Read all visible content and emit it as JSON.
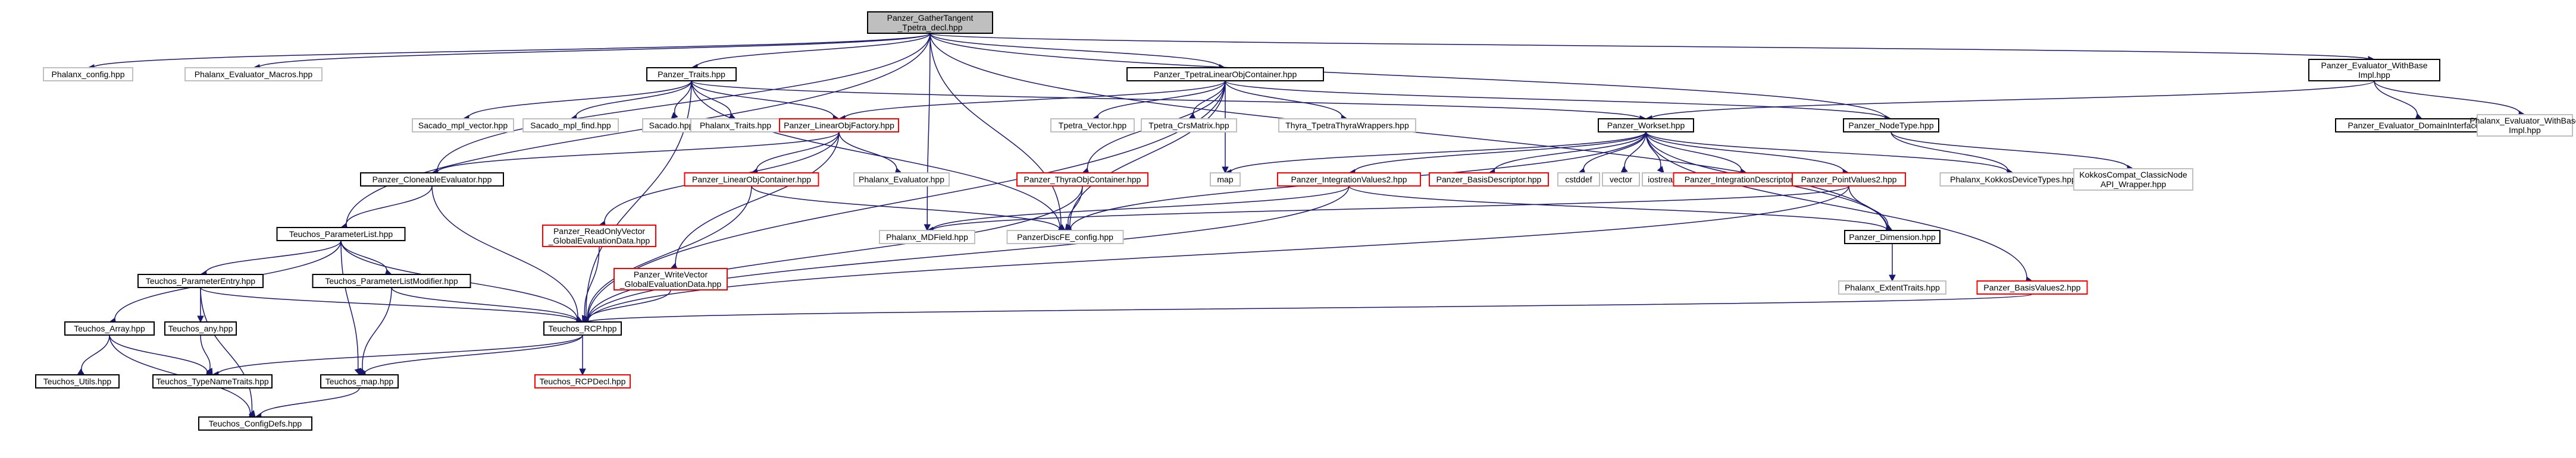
{
  "diagram": {
    "colors": {
      "edge": "#191970",
      "root_fill": "#bfbfbf",
      "red_border": "#ff0000",
      "gray_border": "#bfbfbf",
      "black_border": "#000000"
    },
    "nodes": [
      {
        "id": "root",
        "lines": [
          "Panzer_GatherTangent",
          "_Tpetra_decl.hpp"
        ],
        "style": "root"
      },
      {
        "id": "phalanx_config",
        "lines": [
          "Phalanx_config.hpp"
        ],
        "style": "gray"
      },
      {
        "id": "phalanx_eval_macros",
        "lines": [
          "Phalanx_Evaluator_Macros.hpp"
        ],
        "style": "gray"
      },
      {
        "id": "panzer_traits",
        "lines": [
          "Panzer_Traits.hpp"
        ],
        "style": "black"
      },
      {
        "id": "tpetra_loc",
        "lines": [
          "Panzer_TpetraLinearObjContainer.hpp"
        ],
        "style": "black"
      },
      {
        "id": "eval_withbase",
        "lines": [
          "Panzer_Evaluator_WithBase",
          "Impl.hpp"
        ],
        "style": "black"
      },
      {
        "id": "sacado_mpl_vector",
        "lines": [
          "Sacado_mpl_vector.hpp"
        ],
        "style": "gray"
      },
      {
        "id": "sacado_mpl_find",
        "lines": [
          "Sacado_mpl_find.hpp"
        ],
        "style": "gray"
      },
      {
        "id": "sacado",
        "lines": [
          "Sacado.hpp"
        ],
        "style": "gray"
      },
      {
        "id": "phalanx_traits",
        "lines": [
          "Phalanx_Traits.hpp"
        ],
        "style": "gray"
      },
      {
        "id": "lof",
        "lines": [
          "Panzer_LinearObjFactory.hpp"
        ],
        "style": "red"
      },
      {
        "id": "tpetra_vector",
        "lines": [
          "Tpetra_Vector.hpp"
        ],
        "style": "gray"
      },
      {
        "id": "tpetra_crs",
        "lines": [
          "Tpetra_CrsMatrix.hpp"
        ],
        "style": "gray"
      },
      {
        "id": "thyra_tpetra",
        "lines": [
          "Thyra_TpetraThyraWrappers.hpp"
        ],
        "style": "gray"
      },
      {
        "id": "workset",
        "lines": [
          "Panzer_Workset.hpp"
        ],
        "style": "black"
      },
      {
        "id": "nodetype",
        "lines": [
          "Panzer_NodeType.hpp"
        ],
        "style": "black"
      },
      {
        "id": "domain_iface",
        "lines": [
          "Panzer_Evaluator_DomainInterface.hpp"
        ],
        "style": "black"
      },
      {
        "id": "phalanx_withbase",
        "lines": [
          "Phalanx_Evaluator_WithBase",
          "Impl.hpp"
        ],
        "style": "gray"
      },
      {
        "id": "cloneable",
        "lines": [
          "Panzer_CloneableEvaluator.hpp"
        ],
        "style": "black"
      },
      {
        "id": "phalanx_evaluator",
        "lines": [
          "Phalanx_Evaluator.hpp"
        ],
        "style": "gray"
      },
      {
        "id": "loc",
        "lines": [
          "Panzer_LinearObjContainer.hpp"
        ],
        "style": "red"
      },
      {
        "id": "thyra_oc",
        "lines": [
          "Panzer_ThyraObjContainer.hpp"
        ],
        "style": "red"
      },
      {
        "id": "map",
        "lines": [
          "map"
        ],
        "style": "gray"
      },
      {
        "id": "iv2",
        "lines": [
          "Panzer_IntegrationValues2.hpp"
        ],
        "style": "red"
      },
      {
        "id": "basis_desc",
        "lines": [
          "Panzer_BasisDescriptor.hpp"
        ],
        "style": "red"
      },
      {
        "id": "cstddef",
        "lines": [
          "cstddef"
        ],
        "style": "gray"
      },
      {
        "id": "vector",
        "lines": [
          "vector"
        ],
        "style": "gray"
      },
      {
        "id": "iostream",
        "lines": [
          "iostream"
        ],
        "style": "gray"
      },
      {
        "id": "int_desc",
        "lines": [
          "Panzer_IntegrationDescriptor.hpp"
        ],
        "style": "red"
      },
      {
        "id": "pv2",
        "lines": [
          "Panzer_PointValues2.hpp"
        ],
        "style": "red"
      },
      {
        "id": "kokkos_devtypes",
        "lines": [
          "Phalanx_KokkosDeviceTypes.hpp"
        ],
        "style": "gray"
      },
      {
        "id": "kokkos_compat",
        "lines": [
          "KokkosCompat_ClassicNode",
          "API_Wrapper.hpp"
        ],
        "style": "gray"
      },
      {
        "id": "param_list",
        "lines": [
          "Teuchos_ParameterList.hpp"
        ],
        "style": "black"
      },
      {
        "id": "ro_vector",
        "lines": [
          "Panzer_ReadOnlyVector",
          "_GlobalEvaluationData.hpp"
        ],
        "style": "red"
      },
      {
        "id": "mdfield",
        "lines": [
          "Phalanx_MDField.hpp"
        ],
        "style": "gray"
      },
      {
        "id": "discfe",
        "lines": [
          "PanzerDiscFE_config.hpp"
        ],
        "style": "gray"
      },
      {
        "id": "dimension",
        "lines": [
          "Panzer_Dimension.hpp"
        ],
        "style": "black"
      },
      {
        "id": "param_entry",
        "lines": [
          "Teuchos_ParameterEntry.hpp"
        ],
        "style": "black"
      },
      {
        "id": "param_modifier",
        "lines": [
          "Teuchos_ParameterListModifier.hpp"
        ],
        "style": "black"
      },
      {
        "id": "wo_vector",
        "lines": [
          "Panzer_WriteVector",
          "_GlobalEvaluationData.hpp"
        ],
        "style": "red"
      },
      {
        "id": "extent_traits",
        "lines": [
          "Phalanx_ExtentTraits.hpp"
        ],
        "style": "gray"
      },
      {
        "id": "basis_values2",
        "lines": [
          "Panzer_BasisValues2.hpp"
        ],
        "style": "red"
      },
      {
        "id": "t_array",
        "lines": [
          "Teuchos_Array.hpp"
        ],
        "style": "black"
      },
      {
        "id": "t_any",
        "lines": [
          "Teuchos_any.hpp"
        ],
        "style": "black"
      },
      {
        "id": "t_rcp",
        "lines": [
          "Teuchos_RCP.hpp"
        ],
        "style": "black"
      },
      {
        "id": "t_utils",
        "lines": [
          "Teuchos_Utils.hpp"
        ],
        "style": "black"
      },
      {
        "id": "t_typename",
        "lines": [
          "Teuchos_TypeNameTraits.hpp"
        ],
        "style": "black"
      },
      {
        "id": "t_map",
        "lines": [
          "Teuchos_map.hpp"
        ],
        "style": "black"
      },
      {
        "id": "t_rcpdecl",
        "lines": [
          "Teuchos_RCPDecl.hpp"
        ],
        "style": "red"
      },
      {
        "id": "t_configdefs",
        "lines": [
          "Teuchos_ConfigDefs.hpp"
        ],
        "style": "black"
      }
    ],
    "edges": [
      [
        "root",
        "phalanx_config"
      ],
      [
        "root",
        "phalanx_eval_macros"
      ],
      [
        "root",
        "panzer_traits"
      ],
      [
        "root",
        "tpetra_loc"
      ],
      [
        "root",
        "eval_withbase"
      ],
      [
        "root",
        "cloneable"
      ],
      [
        "root",
        "param_list"
      ],
      [
        "root",
        "mdfield"
      ],
      [
        "root",
        "discfe"
      ],
      [
        "root",
        "dimension"
      ],
      [
        "root",
        "nodetype"
      ],
      [
        "panzer_traits",
        "sacado_mpl_vector"
      ],
      [
        "panzer_traits",
        "sacado_mpl_find"
      ],
      [
        "panzer_traits",
        "sacado"
      ],
      [
        "panzer_traits",
        "phalanx_traits"
      ],
      [
        "panzer_traits",
        "lof"
      ],
      [
        "panzer_traits",
        "workset"
      ],
      [
        "panzer_traits",
        "discfe"
      ],
      [
        "panzer_traits",
        "t_rcp"
      ],
      [
        "tpetra_loc",
        "tpetra_vector"
      ],
      [
        "tpetra_loc",
        "tpetra_crs"
      ],
      [
        "tpetra_loc",
        "thyra_tpetra"
      ],
      [
        "tpetra_loc",
        "lof"
      ],
      [
        "tpetra_loc",
        "thyra_oc"
      ],
      [
        "tpetra_loc",
        "map"
      ],
      [
        "tpetra_loc",
        "nodetype"
      ],
      [
        "tpetra_loc",
        "discfe"
      ],
      [
        "tpetra_loc",
        "t_rcp"
      ],
      [
        "eval_withbase",
        "workset"
      ],
      [
        "eval_withbase",
        "domain_iface"
      ],
      [
        "eval_withbase",
        "phalanx_withbase"
      ],
      [
        "lof",
        "cloneable"
      ],
      [
        "lof",
        "phalanx_evaluator"
      ],
      [
        "lof",
        "loc"
      ],
      [
        "lof",
        "ro_vector"
      ],
      [
        "lof",
        "wo_vector"
      ],
      [
        "workset",
        "map"
      ],
      [
        "workset",
        "iv2"
      ],
      [
        "workset",
        "basis_desc"
      ],
      [
        "workset",
        "cstddef"
      ],
      [
        "workset",
        "vector"
      ],
      [
        "workset",
        "iostream"
      ],
      [
        "workset",
        "int_desc"
      ],
      [
        "workset",
        "pv2"
      ],
      [
        "workset",
        "kokkos_devtypes"
      ],
      [
        "workset",
        "dimension"
      ],
      [
        "workset",
        "basis_values2"
      ],
      [
        "workset",
        "discfe"
      ],
      [
        "nodetype",
        "kokkos_devtypes"
      ],
      [
        "nodetype",
        "kokkos_compat"
      ],
      [
        "cloneable",
        "param_list"
      ],
      [
        "cloneable",
        "t_rcp"
      ],
      [
        "loc",
        "discfe"
      ],
      [
        "loc",
        "t_rcp"
      ],
      [
        "thyra_oc",
        "discfe"
      ],
      [
        "thyra_oc",
        "t_rcp"
      ],
      [
        "iv2",
        "mdfield"
      ],
      [
        "iv2",
        "dimension"
      ],
      [
        "iv2",
        "t_rcp"
      ],
      [
        "pv2",
        "dimension"
      ],
      [
        "pv2",
        "mdfield"
      ],
      [
        "pv2",
        "t_rcp"
      ],
      [
        "param_list",
        "param_entry"
      ],
      [
        "param_list",
        "param_modifier"
      ],
      [
        "param_list",
        "t_array"
      ],
      [
        "param_list",
        "t_map"
      ],
      [
        "param_list",
        "t_rcp"
      ],
      [
        "ro_vector",
        "t_rcp"
      ],
      [
        "wo_vector",
        "t_rcp"
      ],
      [
        "dimension",
        "extent_traits"
      ],
      [
        "basis_values2",
        "t_rcp"
      ],
      [
        "param_entry",
        "t_any"
      ],
      [
        "param_entry",
        "t_rcp"
      ],
      [
        "param_entry",
        "t_configdefs"
      ],
      [
        "param_modifier",
        "t_map"
      ],
      [
        "param_modifier",
        "t_rcp"
      ],
      [
        "t_array",
        "t_utils"
      ],
      [
        "t_array",
        "t_typename"
      ],
      [
        "t_array",
        "t_configdefs"
      ],
      [
        "t_any",
        "t_typename"
      ],
      [
        "t_rcp",
        "t_typename"
      ],
      [
        "t_rcp",
        "t_map"
      ],
      [
        "t_rcp",
        "t_rcpdecl"
      ],
      [
        "t_map",
        "t_configdefs"
      ]
    ]
  }
}
